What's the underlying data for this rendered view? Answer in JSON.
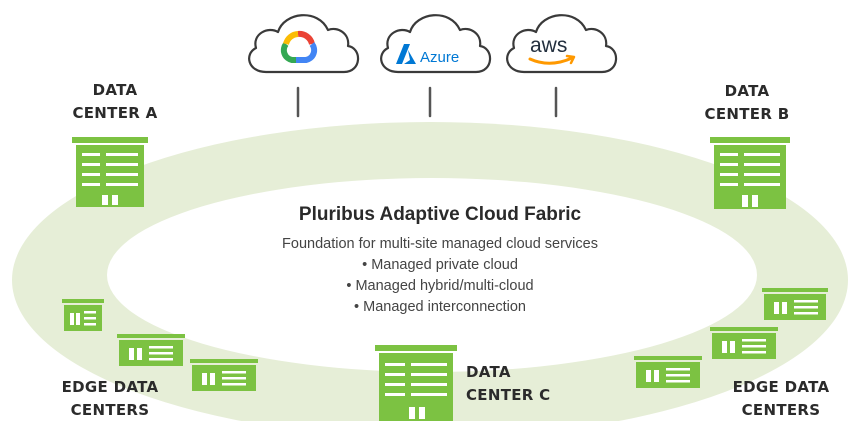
{
  "title": "Pluribus Adaptive Cloud Fabric",
  "subtitle": "Foundation for multi-site managed cloud services",
  "bullets": [
    "• Managed private cloud",
    "• Managed hybrid/multi-cloud",
    "• Managed interconnection"
  ],
  "labels": {
    "dc_a": [
      "DATA",
      "CENTER A"
    ],
    "dc_b": [
      "DATA",
      "CENTER B"
    ],
    "dc_c": [
      "DATA",
      "CENTER C"
    ],
    "edge_left": [
      "EDGE DATA",
      "CENTERS"
    ],
    "edge_right": [
      "EDGE DATA",
      "CENTERS"
    ]
  },
  "clouds": {
    "google": "google-cloud-logo",
    "azure": "Azure",
    "aws": "aws"
  },
  "colors": {
    "ring": "#e6eed7",
    "building": "#7cc242",
    "building_detail": "#ffffff",
    "text": "#2b2b2b",
    "azure_blue": "#0078d4",
    "aws_orange": "#ff9900"
  }
}
